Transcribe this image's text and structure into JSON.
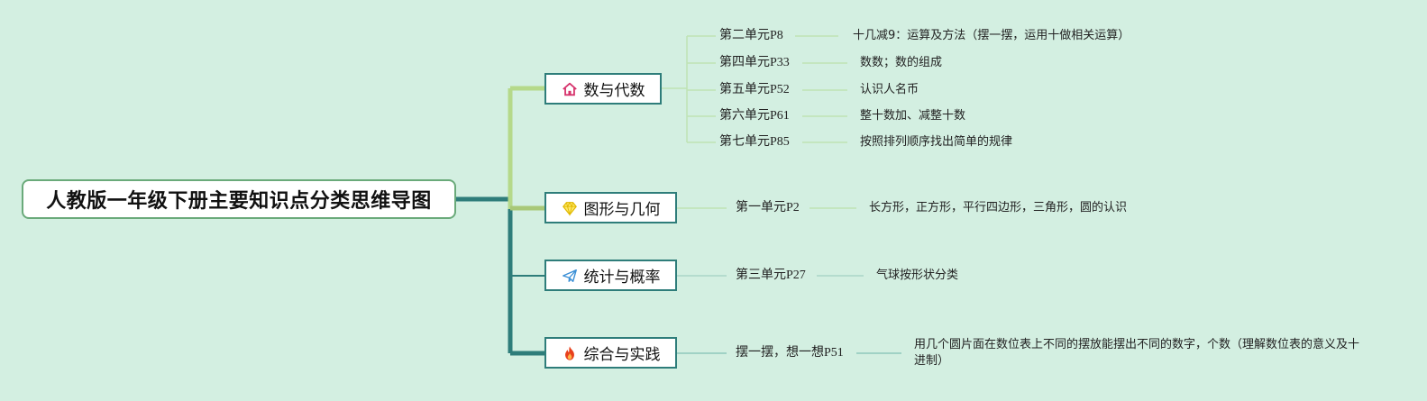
{
  "root": {
    "title": "人教版一年级下册主要知识点分类思维导图"
  },
  "colors": {
    "background": "#d3efe1",
    "trunk": "#2e7d7a",
    "branch_highlight": "#b5d98a",
    "leaf_line": "#bfe3b4",
    "house_icon": "#d6336c",
    "diamond_icon": "#f5d100",
    "plane_icon": "#3a8fd6",
    "flame_icon": "#e8401c"
  },
  "branches": [
    {
      "label": "数与代数",
      "icon": "house-icon",
      "items": [
        {
          "unit": "第二单元P8",
          "detail": "十几减9：运算及方法（摆一摆，运用十做相关运算）"
        },
        {
          "unit": "第四单元P33",
          "detail": "数数；数的组成"
        },
        {
          "unit": "第五单元P52",
          "detail": "认识人名币"
        },
        {
          "unit": "第六单元P61",
          "detail": "整十数加、减整十数"
        },
        {
          "unit": "第七单元P85",
          "detail": "按照排列顺序找出简单的规律"
        }
      ]
    },
    {
      "label": "图形与几何",
      "icon": "diamond-icon",
      "items": [
        {
          "unit": "第一单元P2",
          "detail": "长方形，正方形，平行四边形，三角形，圆的认识"
        }
      ]
    },
    {
      "label": "统计与概率",
      "icon": "paper-plane-icon",
      "items": [
        {
          "unit": "第三单元P27",
          "detail": "气球按形状分类"
        }
      ]
    },
    {
      "label": "综合与实践",
      "icon": "flame-icon",
      "items": [
        {
          "unit": "摆一摆，想一想P51",
          "detail": "用几个圆片面在数位表上不同的摆放能摆出不同的数字，个数（理解数位表的意义及十进制）"
        }
      ]
    }
  ]
}
